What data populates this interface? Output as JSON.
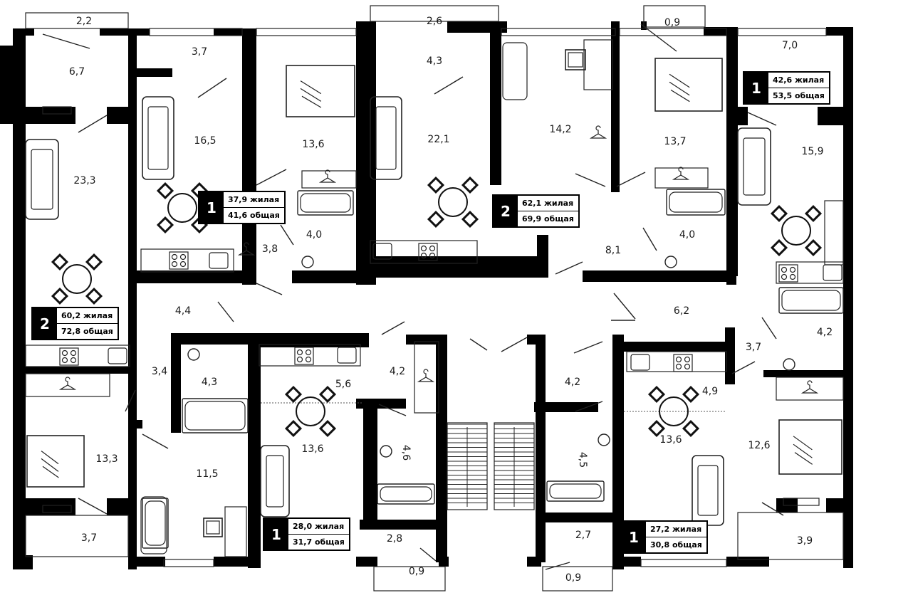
{
  "plan": {
    "wall_color": "#000000",
    "line_color": "#222222",
    "background": "#ffffff",
    "rooms": [
      {
        "id": "r1",
        "area": "2,2"
      },
      {
        "id": "r2",
        "area": "6,7"
      },
      {
        "id": "r3",
        "area": "23,3"
      },
      {
        "id": "r4",
        "area": "3,7"
      },
      {
        "id": "r5",
        "area": "16,5"
      },
      {
        "id": "r6",
        "area": "13,6"
      },
      {
        "id": "r7",
        "area": "4,0"
      },
      {
        "id": "r8",
        "area": "3,8"
      },
      {
        "id": "r9",
        "area": "2,6"
      },
      {
        "id": "r10",
        "area": "4,3"
      },
      {
        "id": "r11",
        "area": "22,1"
      },
      {
        "id": "r12",
        "area": "14,2"
      },
      {
        "id": "r13",
        "area": "0,9"
      },
      {
        "id": "r14",
        "area": "13,7"
      },
      {
        "id": "r15",
        "area": "4,0"
      },
      {
        "id": "r16",
        "area": "8,1"
      },
      {
        "id": "r17",
        "area": "7,0"
      },
      {
        "id": "r18",
        "area": "15,9"
      },
      {
        "id": "r19",
        "area": "4,4"
      },
      {
        "id": "r20",
        "area": "6,2"
      },
      {
        "id": "r21",
        "area": "4,2"
      },
      {
        "id": "r22",
        "area": "3,7"
      },
      {
        "id": "r23",
        "area": "3,4"
      },
      {
        "id": "r24",
        "area": "4,3"
      },
      {
        "id": "r25",
        "area": "5,6"
      },
      {
        "id": "r26",
        "area": "4,2"
      },
      {
        "id": "r27",
        "area": "4,2"
      },
      {
        "id": "r28",
        "area": "4,9"
      },
      {
        "id": "r29",
        "area": "13,3"
      },
      {
        "id": "r30",
        "area": "11,5"
      },
      {
        "id": "r31",
        "area": "13,6"
      },
      {
        "id": "r32",
        "area": "4,6"
      },
      {
        "id": "r33",
        "area": "4,5"
      },
      {
        "id": "r34",
        "area": "13,6"
      },
      {
        "id": "r35",
        "area": "12,6"
      },
      {
        "id": "r36",
        "area": "3,7"
      },
      {
        "id": "r37",
        "area": "2,8"
      },
      {
        "id": "r38",
        "area": "0,9"
      },
      {
        "id": "r39",
        "area": "2,7"
      },
      {
        "id": "r40",
        "area": "0,9"
      },
      {
        "id": "r41",
        "area": "3,9"
      }
    ],
    "apartments": [
      {
        "id": "a1",
        "rooms": "1",
        "living": "37,9 жилая",
        "total": "41,6 общая"
      },
      {
        "id": "a2",
        "rooms": "2",
        "living": "62,1 жилая",
        "total": "69,9 общая"
      },
      {
        "id": "a3",
        "rooms": "1",
        "living": "42,6 жилая",
        "total": "53,5 общая"
      },
      {
        "id": "a4",
        "rooms": "2",
        "living": "60,2 жилая",
        "total": "72,8 общая"
      },
      {
        "id": "a5",
        "rooms": "1",
        "living": "28,0 жилая",
        "total": "31,7 общая"
      },
      {
        "id": "a6",
        "rooms": "1",
        "living": "27,2 жилая",
        "total": "30,8 общая"
      }
    ]
  }
}
